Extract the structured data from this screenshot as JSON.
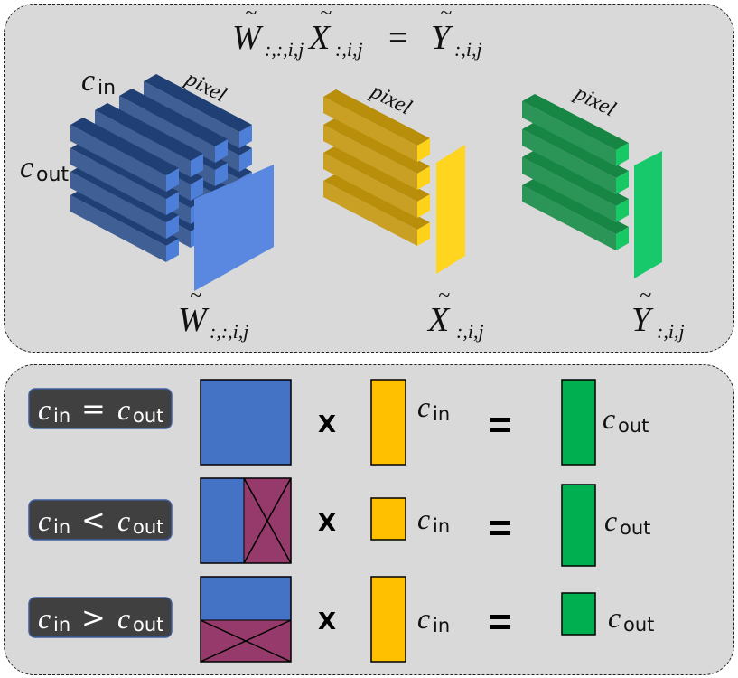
{
  "top": {
    "equation": {
      "lhs_w": "W",
      "lhs_w_sub": ":,:,i,j",
      "lhs_x": "X",
      "lhs_x_sub": ":,i,j",
      "eq": "=",
      "rhs_y": "Y",
      "rhs_y_sub": ":,i,j"
    },
    "weight_block": {
      "cin_label": "c",
      "cin_sub": "in",
      "cout_label": "c",
      "cout_sub": "out",
      "pixel_label": "pixel",
      "caption": "W",
      "caption_sub": ":,:,i,j"
    },
    "input_block": {
      "pixel_label": "pixel",
      "caption": "X",
      "caption_sub": ":,i,j"
    },
    "output_block": {
      "pixel_label": "pixel",
      "caption": "Y",
      "caption_sub": ":,i,j"
    }
  },
  "bottom": {
    "rows": [
      {
        "badge_c1": "c",
        "badge_s1": "in",
        "badge_op": "=",
        "badge_c2": "c",
        "badge_s2": "out",
        "times": "X",
        "x_label": "c",
        "x_sub": "in",
        "equals": "=",
        "y_label": "c",
        "y_sub": "out"
      },
      {
        "badge_c1": "c",
        "badge_s1": "in",
        "badge_op": "<",
        "badge_c2": "c",
        "badge_s2": "out",
        "times": "X",
        "x_label": "c",
        "x_sub": "in",
        "equals": "=",
        "y_label": "c",
        "y_sub": "out"
      },
      {
        "badge_c1": "c",
        "badge_s1": "in",
        "badge_op": ">",
        "badge_c2": "c",
        "badge_s2": "out",
        "times": "X",
        "x_label": "c",
        "x_sub": "in",
        "equals": "=",
        "y_label": "c",
        "y_sub": "out"
      }
    ]
  },
  "colors": {
    "panel_bg": "#d9d9d9",
    "blue_top": "#203f74",
    "blue_side": "#3f5f95",
    "blue_end": "#4d7ed8",
    "blue_plane": "#5a88e0",
    "yellow_top": "#b88e0a",
    "yellow_side": "#c9a024",
    "yellow_end": "#ffd21a",
    "yellow_plane": "#ffd51f",
    "green_top": "#178544",
    "green_side": "#2a9556",
    "green_end": "#17c865",
    "green_plane": "#17c96a",
    "matrix_blue": "#4472c4",
    "matrix_masked": "#953a6a",
    "vector_yellow": "#ffc000",
    "vector_green": "#00b050",
    "badge_bg": "#404040",
    "badge_border": "#3f5f9f"
  }
}
